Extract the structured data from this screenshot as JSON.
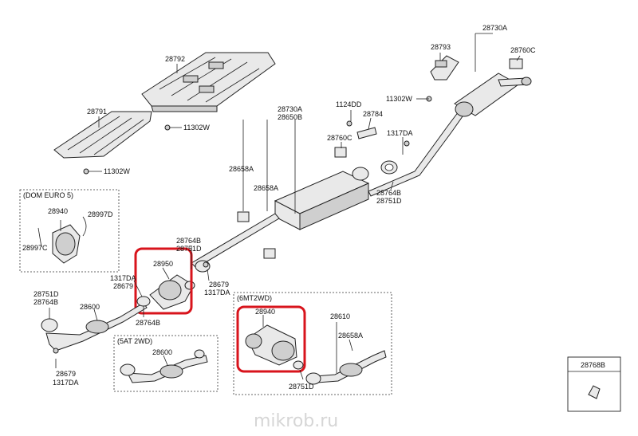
{
  "labels": {
    "p28730A_top": "28730A",
    "p28793": "28793",
    "p28760C_top": "28760C",
    "p11302W_r": "11302W",
    "p28792": "28792",
    "p28791": "28791",
    "p11302W_m": "11302W",
    "p11302W_l": "11302W",
    "p1124DD": "1124DD",
    "p28784": "28784",
    "p28730A_mid": "28730A",
    "p28650B": "28650B",
    "p28760C_mid": "28760C",
    "p1317DA_top": "1317DA",
    "p28658A_a": "28658A",
    "p28658A_b": "28658A",
    "p28764B_r": "28764B",
    "p28751D_r": "28751D",
    "dom_euro": "(DOM EURO 5)",
    "p28940_box": "28940",
    "p28997D": "28997D",
    "p28997C": "28997C",
    "p28764B_c": "28764B",
    "p28751D_c": "28751D",
    "p28950": "28950",
    "p28679_c": "28679",
    "p1317DA_c": "1317DA",
    "p1317DA_l": "1317DA",
    "p28679_l": "28679",
    "p28751D_l": "28751D",
    "p28764B_l": "28764B",
    "p28600": "28600",
    "p28764B_b": "28764B",
    "at_2wd": "(5AT 2WD)",
    "p28600_b": "28600",
    "p28679_b": "28679",
    "p1317DA_b": "1317DA",
    "mt_2wd": "(6MT2WD)",
    "p28940_mt": "28940",
    "p28610": "28610",
    "p28658A_mt": "28658A",
    "p28751D_mt": "28751D",
    "p28768B": "28768B",
    "watermark": "mikrob.ru"
  },
  "colors": {
    "highlight": "#d8141c",
    "line": "#222222"
  }
}
